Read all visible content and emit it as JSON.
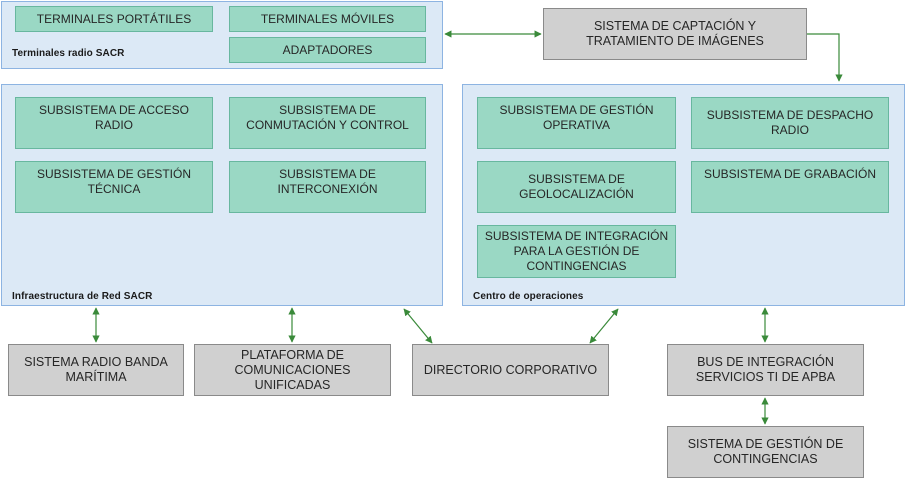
{
  "groups": {
    "terminales": {
      "label": "Terminales radio SACR",
      "items": [
        "TERMINALES PORTÁTILES",
        "TERMINALES MÓVILES",
        "ADAPTADORES"
      ]
    },
    "infraestructura": {
      "label": "Infraestructura de Red SACR",
      "items": [
        "SUBSISTEMA DE ACCESO RADIO",
        "SUBSISTEMA DE CONMUTACIÓN Y CONTROL",
        "SUBSISTEMA DE GESTIÓN TÉCNICA",
        "SUBSISTEMA DE INTERCONEXIÓN"
      ]
    },
    "centro": {
      "label": "Centro de operaciones",
      "items": [
        "SUBSISTEMA DE GESTIÓN OPERATIVA",
        "SUBSISTEMA DE DESPACHO RADIO",
        "SUBSISTEMA DE GEOLOCALIZACIÓN",
        "SUBSISTEMA DE GRABACIÓN",
        "SUBSISTEMA DE INTEGRACIÓN PARA LA GESTIÓN DE CONTINGENCIAS"
      ]
    }
  },
  "external": {
    "captacion": "SISTEMA DE CAPTACIÓN Y TRATAMIENTO DE IMÁGENES",
    "radio_maritima": "SISTEMA RADIO BANDA MARÍTIMA",
    "plataforma": "PLATAFORMA DE COMUNICACIONES UNIFICADAS",
    "directorio": "DIRECTORIO CORPORATIVO",
    "bus": "BUS DE INTEGRACIÓN SERVICIOS TI DE APBA",
    "contingencias": "SISTEMA DE GESTIÓN DE CONTINGENCIAS"
  },
  "colors": {
    "container_fill": "#dce9f6",
    "container_border": "#8db4e2",
    "subsystem_fill": "#9ad8c4",
    "external_fill": "#d0d0d0",
    "connector": "#3a8a3a"
  }
}
